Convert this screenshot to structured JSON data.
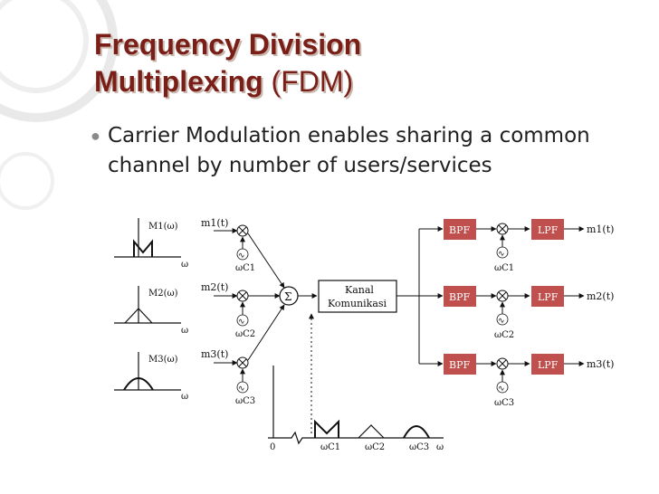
{
  "slide": {
    "title_line1": "Frequency Division",
    "title_line2_bold": "Multiplexing",
    "title_line2_plain": " (FDM)",
    "bullet": "Carrier Modulation enables sharing a common channel by number of users/services"
  },
  "diagram": {
    "spectrum_labels": [
      "M1(ω)",
      "M2(ω)",
      "M3(ω)"
    ],
    "omega": "ω",
    "message_labels": [
      "m1(t)",
      "m2(t)",
      "m3(t)"
    ],
    "carrier_labels": [
      "ωC1",
      "ωC2",
      "ωC3"
    ],
    "sum_symbol": "Σ",
    "channel_line1": "Kanal",
    "channel_line2": "Komunikasi",
    "bpf_label": "BPF",
    "lpf_label": "LPF",
    "output_labels": [
      "m1(t)",
      "m2(t)",
      "m3(t)"
    ],
    "output_carrier_labels": [
      "ωC1",
      "ωC2",
      "ωC3"
    ],
    "composite_zero": "0",
    "composite_ticks": [
      "ωC1",
      "ωC2",
      "ωC3",
      "ω"
    ],
    "osc_symbol": "∿",
    "colors": {
      "filter_fill": "#c0504d",
      "filter_text": "#ffffff",
      "title": "#7a1f17"
    }
  }
}
